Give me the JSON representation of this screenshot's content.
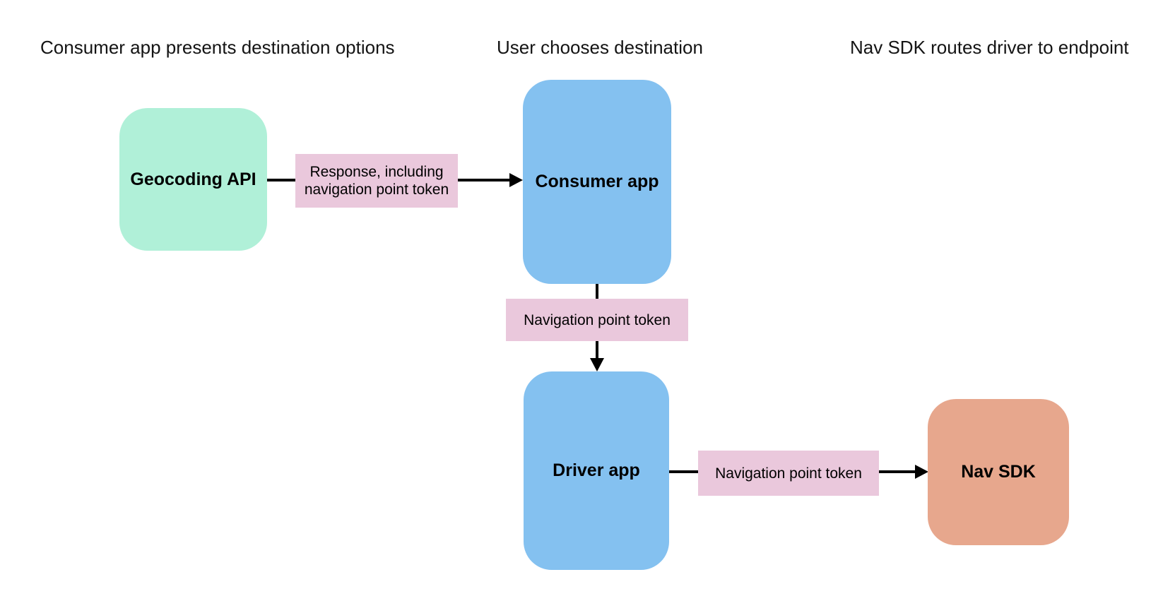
{
  "diagram": {
    "background": "#ffffff",
    "arrow_color": "#000000",
    "text_color": "#0b0b0b",
    "stage_headers": [
      {
        "text": "Consumer app presents destination options"
      },
      {
        "text": "User chooses destination"
      },
      {
        "text": "Nav SDK routes driver to endpoint"
      }
    ],
    "nodes": {
      "geocoding_api": {
        "label": "Geocoding API",
        "fill": "#b0f0d8"
      },
      "consumer_app": {
        "label": "Consumer app",
        "fill": "#84c1f0"
      },
      "driver_app": {
        "label": "Driver app",
        "fill": "#84c1f0"
      },
      "nav_sdk": {
        "label": "Nav SDK",
        "fill": "#e7a78d"
      }
    },
    "edges": [
      {
        "from": "Geocoding API",
        "to": "Consumer app",
        "label": "Response, including navigation point token",
        "label_fill": "#eac8dc"
      },
      {
        "from": "Consumer app",
        "to": "Driver app",
        "label": "Navigation point token",
        "label_fill": "#eac8dc"
      },
      {
        "from": "Driver app",
        "to": "Nav SDK",
        "label": "Navigation point token",
        "label_fill": "#eac8dc"
      }
    ]
  }
}
